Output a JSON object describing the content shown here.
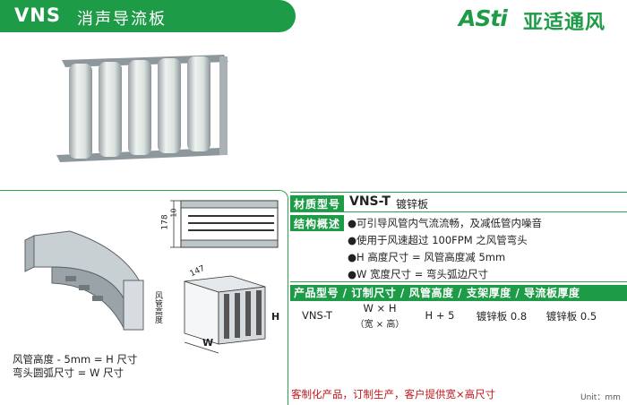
{
  "header": {
    "code": "VNS",
    "title": "消声导流板",
    "brand_mark": "ASti",
    "brand_name": "亚适通风"
  },
  "drawing": {
    "dim_178": "178",
    "dim_10": "10",
    "dim_147": "147",
    "label_duct_height": "风管高度",
    "label_h": "H",
    "label_w": "W"
  },
  "notes": {
    "line1": "风管高度 - 5mm = H 尺寸",
    "line2": "弯头圆弧尺寸 = W 尺寸"
  },
  "spec": {
    "material": {
      "label": "材质型号",
      "model": "VNS-T",
      "value": "镀锌板"
    },
    "structure": {
      "label": "结构概述",
      "items": [
        "●可引导风管内气流流畅，及减低管内噪音",
        "●使用于风速超过 100FPM 之风管弯头",
        "●H 高度尺寸 = 风管高度减 5mm",
        "●W 宽度尺寸 = 弯头弧边尺寸"
      ]
    },
    "table": {
      "header": "产品型号 / 订制尺寸 / 风管高度 / 支架厚度 / 导流板厚度",
      "row": {
        "model": "VNS-T",
        "size": "W × H",
        "size_note": "（宽 × 高）",
        "duct_height": "H + 5",
        "bracket": "镀锌板 0.8",
        "plate": "镀锌板 0.5"
      }
    }
  },
  "footer": {
    "note": "客制化产品，订制生产，客户提供宽×高尺寸",
    "unit": "Unit：mm"
  }
}
